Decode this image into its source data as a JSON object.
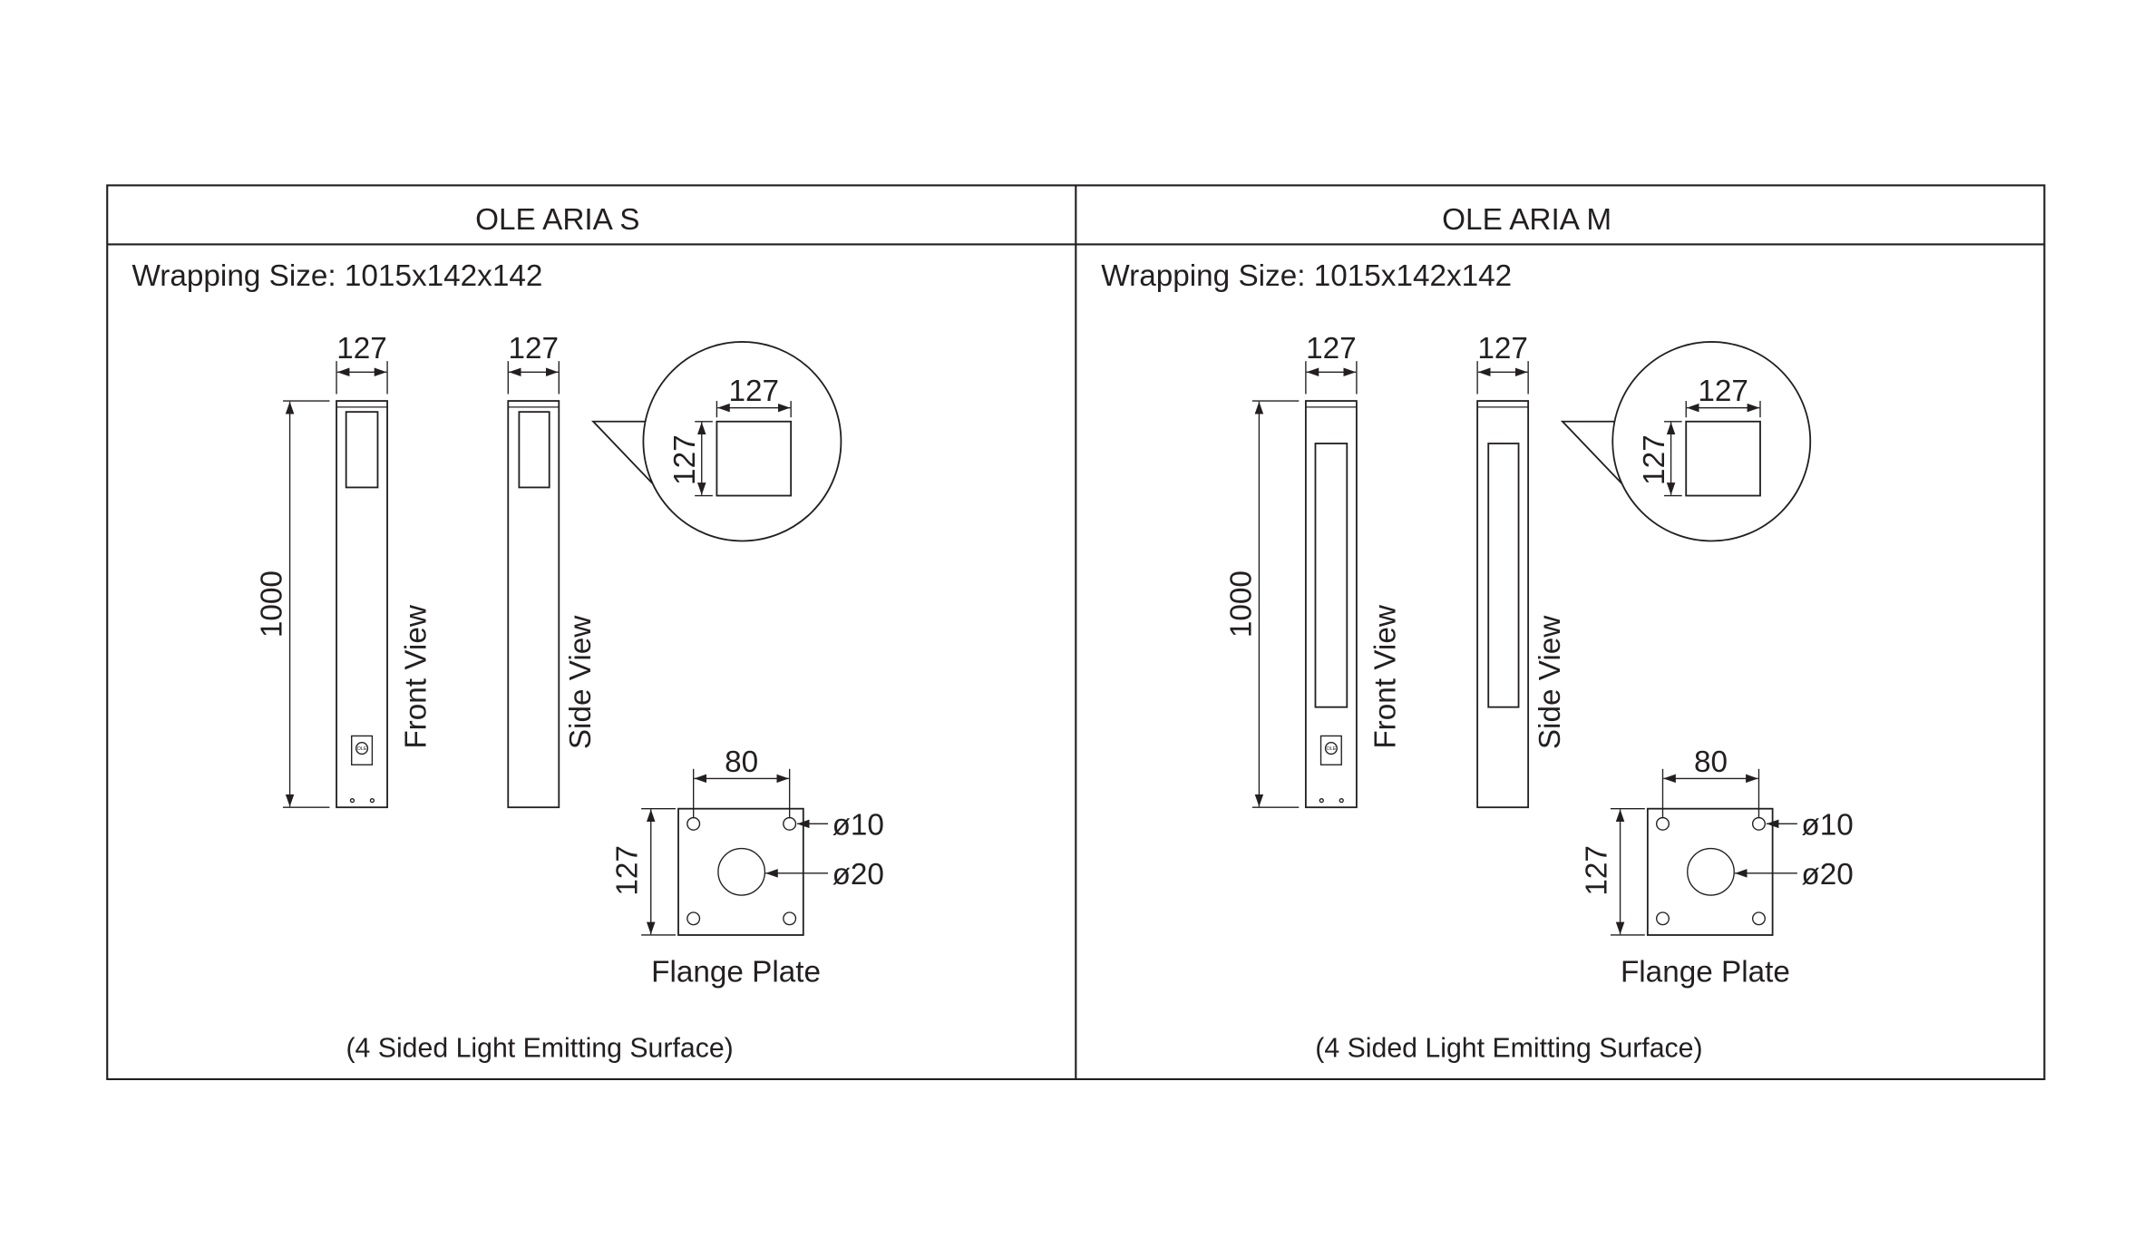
{
  "panels": [
    {
      "title": "OLE ARIA S",
      "wrapping": "Wrapping Size: 1015x142x142",
      "dims": {
        "front_width": "127",
        "side_width": "127",
        "height": "1000",
        "section_width": "127",
        "section_depth": "127",
        "flange_hole_spacing": "80",
        "flange_size": "127",
        "hole_small": "ø10",
        "hole_large": "ø20"
      },
      "labels": {
        "front_view": "Front View",
        "side_view": "Side View",
        "flange_plate": "Flange Plate"
      },
      "logo_text": "OLE",
      "note": "(4 Sided Light Emitting Surface)"
    },
    {
      "title": "OLE ARIA M",
      "wrapping": "Wrapping Size: 1015x142x142",
      "dims": {
        "front_width": "127",
        "side_width": "127",
        "height": "1000",
        "section_width": "127",
        "section_depth": "127",
        "flange_hole_spacing": "80",
        "flange_size": "127",
        "hole_small": "ø10",
        "hole_large": "ø20"
      },
      "labels": {
        "front_view": "Front View",
        "side_view": "Side View",
        "flange_plate": "Flange Plate"
      },
      "logo_text": "OLE",
      "note": "(4 Sided Light Emitting Surface)"
    }
  ]
}
